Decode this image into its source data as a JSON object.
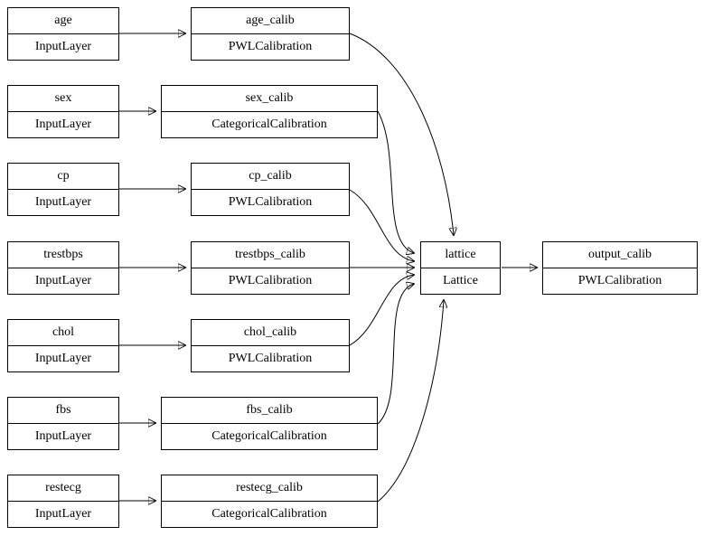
{
  "nodes": {
    "age": {
      "name": "age",
      "type": "InputLayer"
    },
    "age_calib": {
      "name": "age_calib",
      "type": "PWLCalibration"
    },
    "sex": {
      "name": "sex",
      "type": "InputLayer"
    },
    "sex_calib": {
      "name": "sex_calib",
      "type": "CategoricalCalibration"
    },
    "cp": {
      "name": "cp",
      "type": "InputLayer"
    },
    "cp_calib": {
      "name": "cp_calib",
      "type": "PWLCalibration"
    },
    "trestbps": {
      "name": "trestbps",
      "type": "InputLayer"
    },
    "trestbps_calib": {
      "name": "trestbps_calib",
      "type": "PWLCalibration"
    },
    "chol": {
      "name": "chol",
      "type": "InputLayer"
    },
    "chol_calib": {
      "name": "chol_calib",
      "type": "PWLCalibration"
    },
    "fbs": {
      "name": "fbs",
      "type": "InputLayer"
    },
    "fbs_calib": {
      "name": "fbs_calib",
      "type": "CategoricalCalibration"
    },
    "restecg": {
      "name": "restecg",
      "type": "InputLayer"
    },
    "restecg_calib": {
      "name": "restecg_calib",
      "type": "CategoricalCalibration"
    },
    "lattice": {
      "name": "lattice",
      "type": "Lattice"
    },
    "output_calib": {
      "name": "output_calib",
      "type": "PWLCalibration"
    }
  },
  "edges": [
    {
      "from": "age",
      "to": "age_calib"
    },
    {
      "from": "sex",
      "to": "sex_calib"
    },
    {
      "from": "cp",
      "to": "cp_calib"
    },
    {
      "from": "trestbps",
      "to": "trestbps_calib"
    },
    {
      "from": "chol",
      "to": "chol_calib"
    },
    {
      "from": "fbs",
      "to": "fbs_calib"
    },
    {
      "from": "restecg",
      "to": "restecg_calib"
    },
    {
      "from": "age_calib",
      "to": "lattice"
    },
    {
      "from": "sex_calib",
      "to": "lattice"
    },
    {
      "from": "cp_calib",
      "to": "lattice"
    },
    {
      "from": "trestbps_calib",
      "to": "lattice"
    },
    {
      "from": "chol_calib",
      "to": "lattice"
    },
    {
      "from": "fbs_calib",
      "to": "lattice"
    },
    {
      "from": "restecg_calib",
      "to": "lattice"
    },
    {
      "from": "lattice",
      "to": "output_calib"
    }
  ],
  "colors": {
    "node_border": "#000000",
    "node_fill": "#ffffff",
    "edge": "#000000",
    "background": "#ffffff"
  }
}
